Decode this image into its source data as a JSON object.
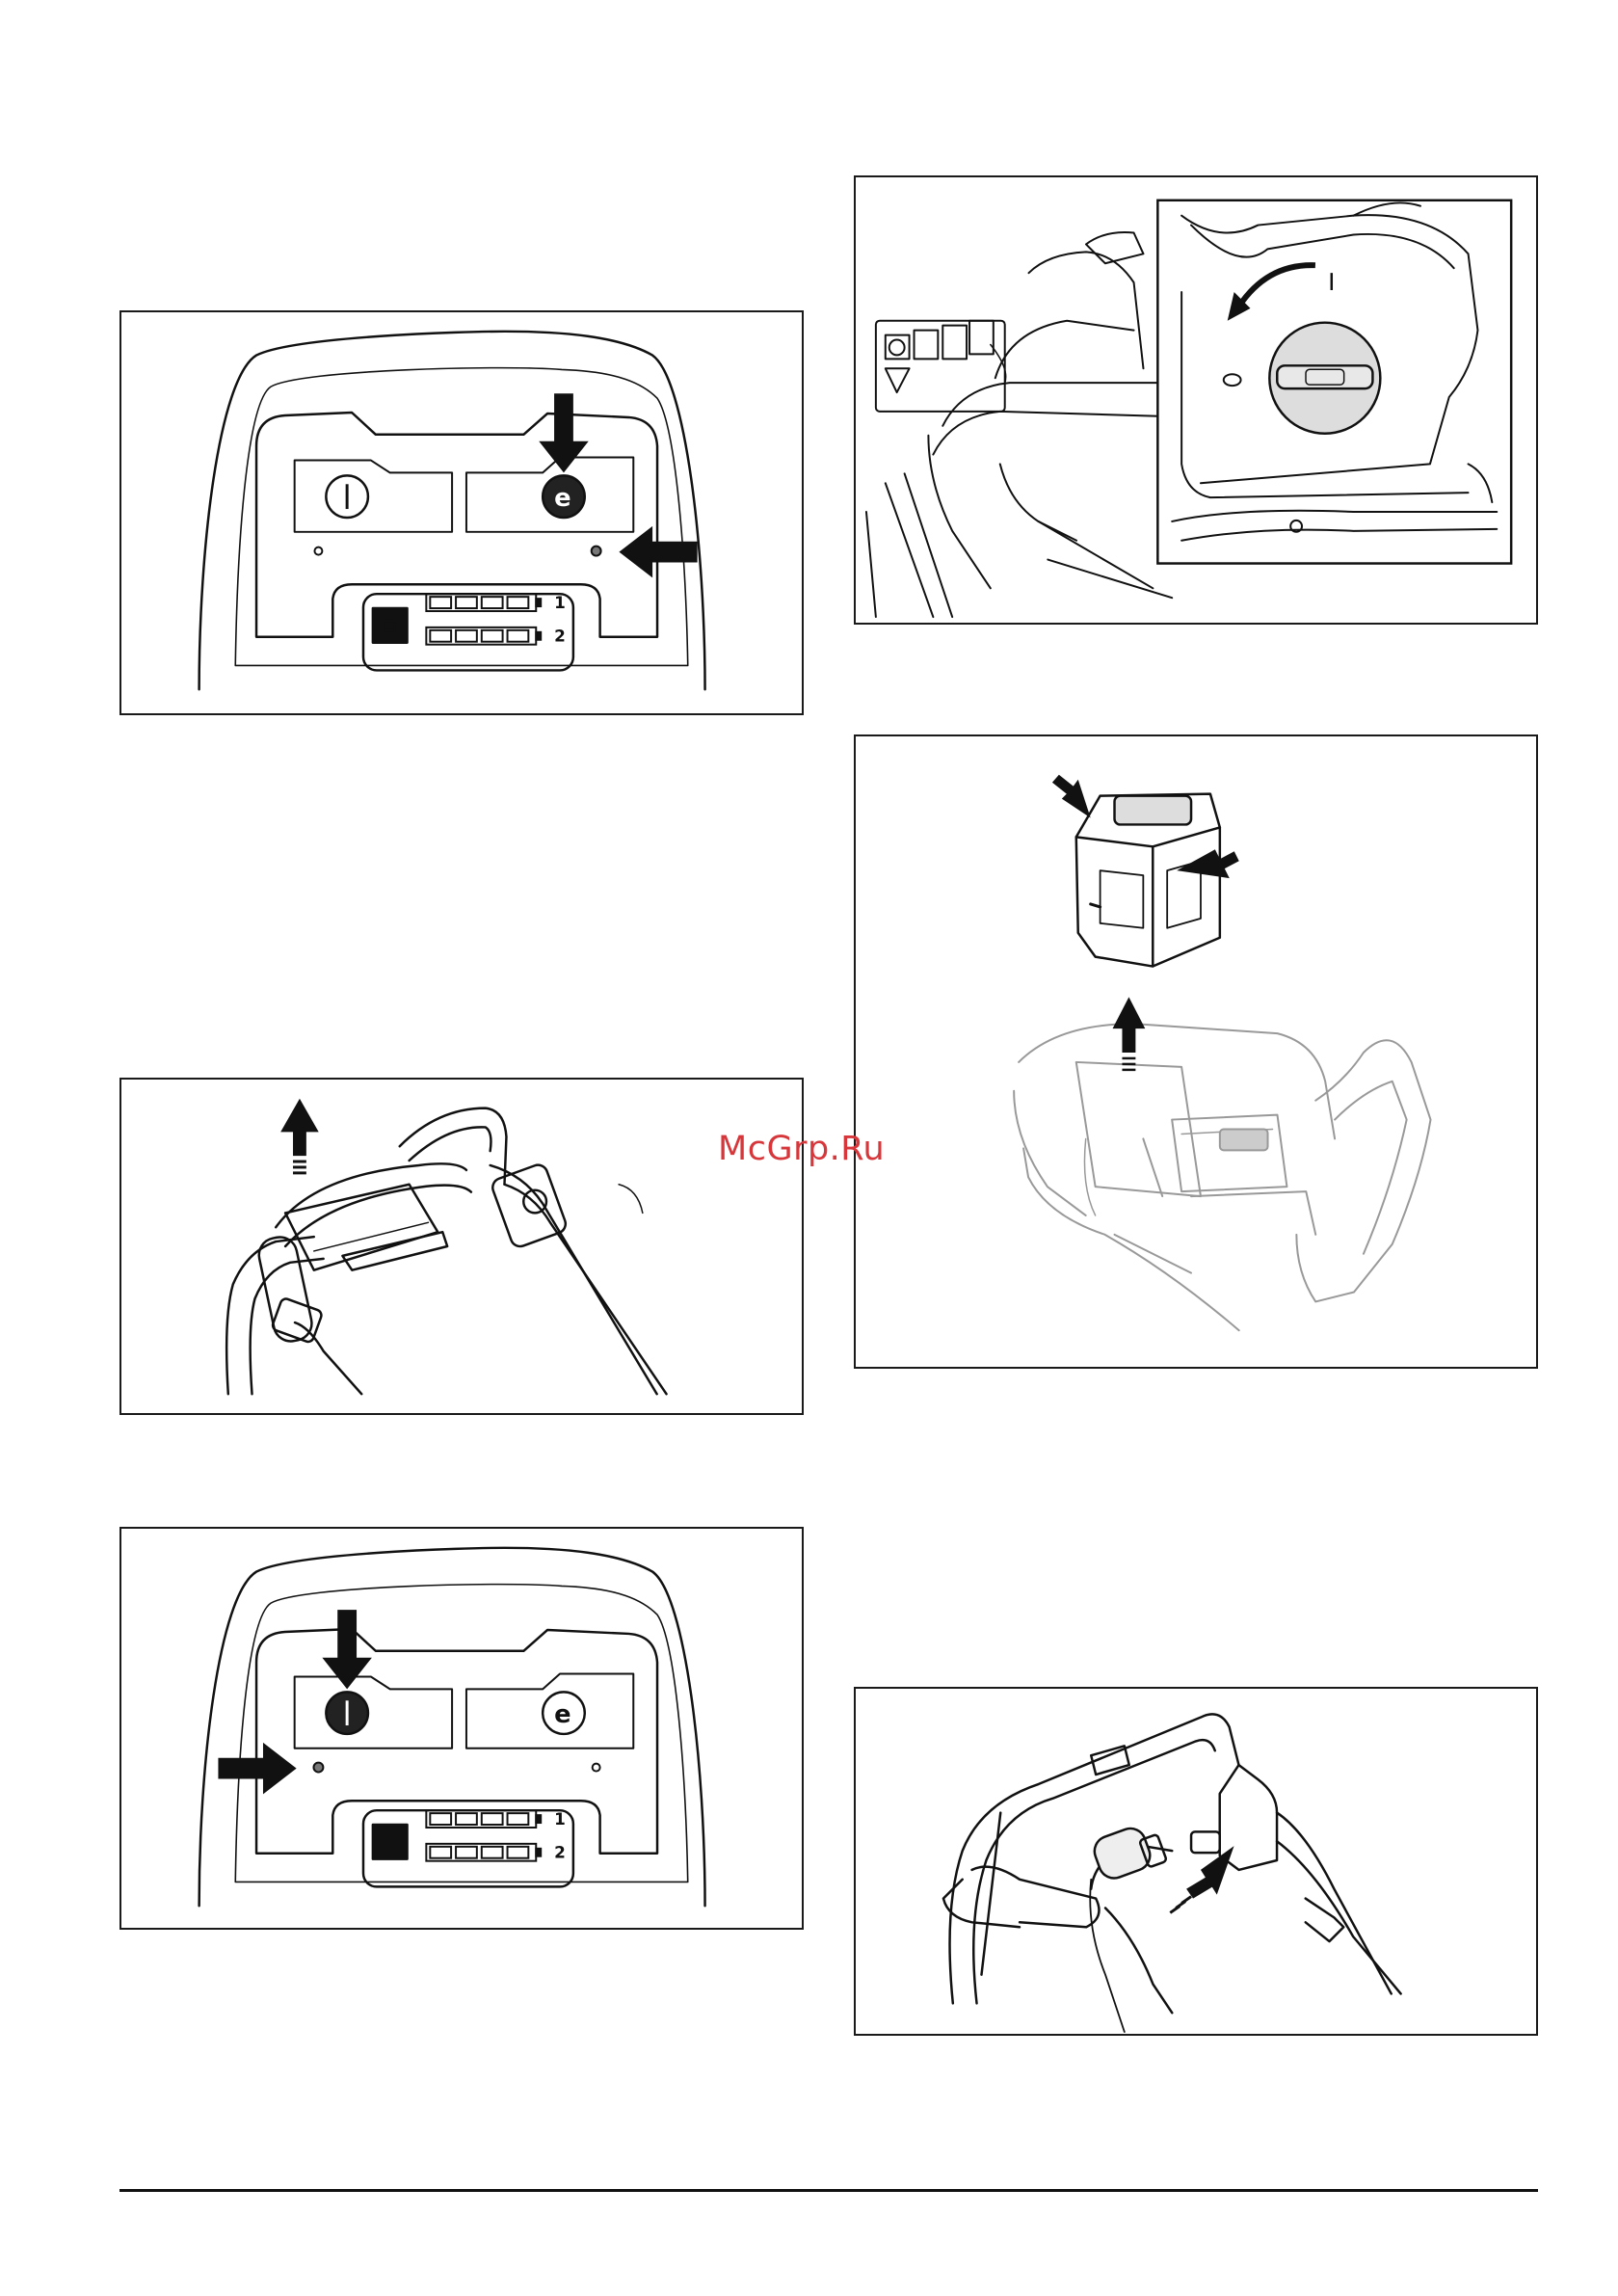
{
  "watermark": "McGrp.Ru",
  "figures": {
    "control_panel_top": {
      "battery_slot_1": "1",
      "battery_slot_2": "2"
    },
    "control_panel_bottom": {
      "battery_slot_1": "1",
      "battery_slot_2": "2"
    }
  },
  "icons": [
    "power-icon",
    "eco-mode-icon",
    "stop-icon",
    "battery-indicator-icon",
    "arrow-icon"
  ]
}
